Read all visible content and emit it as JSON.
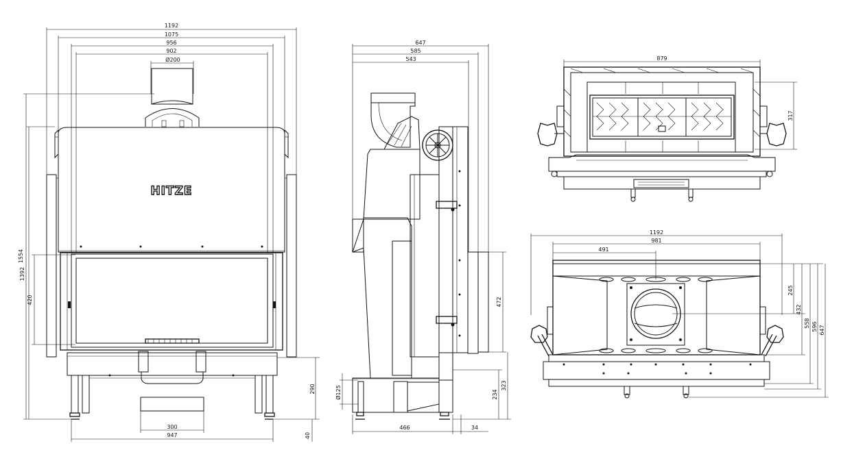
{
  "front_view": {
    "brand": "HITZE",
    "dims": {
      "w1192": "1192",
      "w1075": "1075",
      "w956": "956",
      "w902": "902",
      "flue": "Ø200",
      "h1554": "1554",
      "h1392": "1392",
      "h420": "420",
      "h290": "290",
      "h40": "40",
      "w300": "300",
      "w947": "947"
    }
  },
  "side_view": {
    "dims": {
      "d647": "647",
      "d585": "585",
      "d543": "543",
      "h472": "472",
      "h323": "323",
      "h234": "234",
      "air": "Ø125",
      "d466": "466",
      "d34": "34"
    }
  },
  "top_view": {
    "dims": {
      "w879": "879",
      "h317": "317"
    }
  },
  "plan_view": {
    "dims": {
      "w1192": "1192",
      "w981": "981",
      "w491": "491",
      "h245": "245",
      "h432": "432",
      "h558": "558",
      "h596": "596",
      "h647": "647"
    }
  }
}
